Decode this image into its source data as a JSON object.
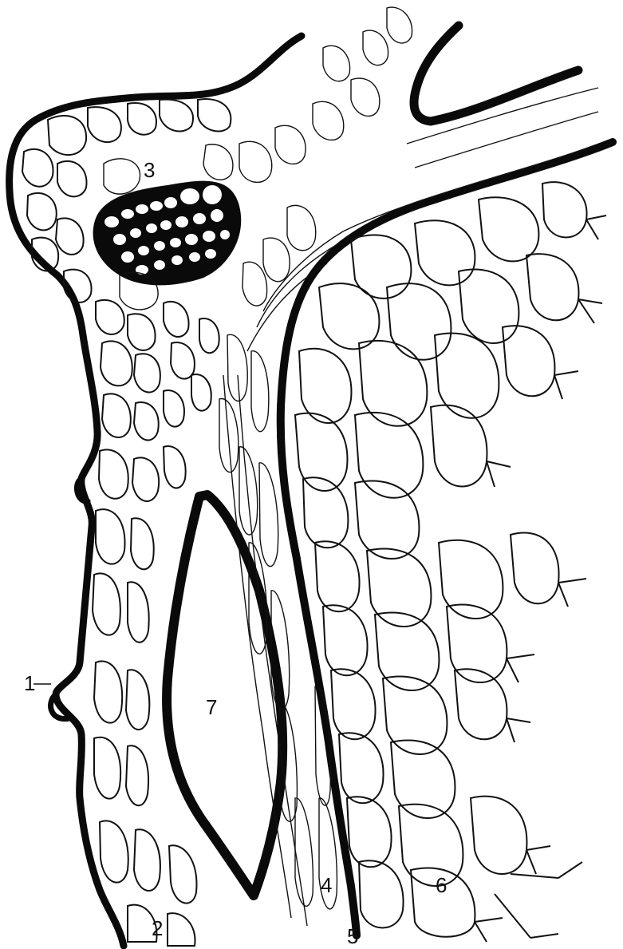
{
  "figure": {
    "labels": {
      "l1": "1",
      "l2": "2",
      "l3": "3",
      "l4": "4",
      "l5": "5",
      "l6": "6",
      "l7": "7"
    }
  },
  "colors": {
    "ink": "#0a0a0a",
    "paper": "#ffffff"
  }
}
